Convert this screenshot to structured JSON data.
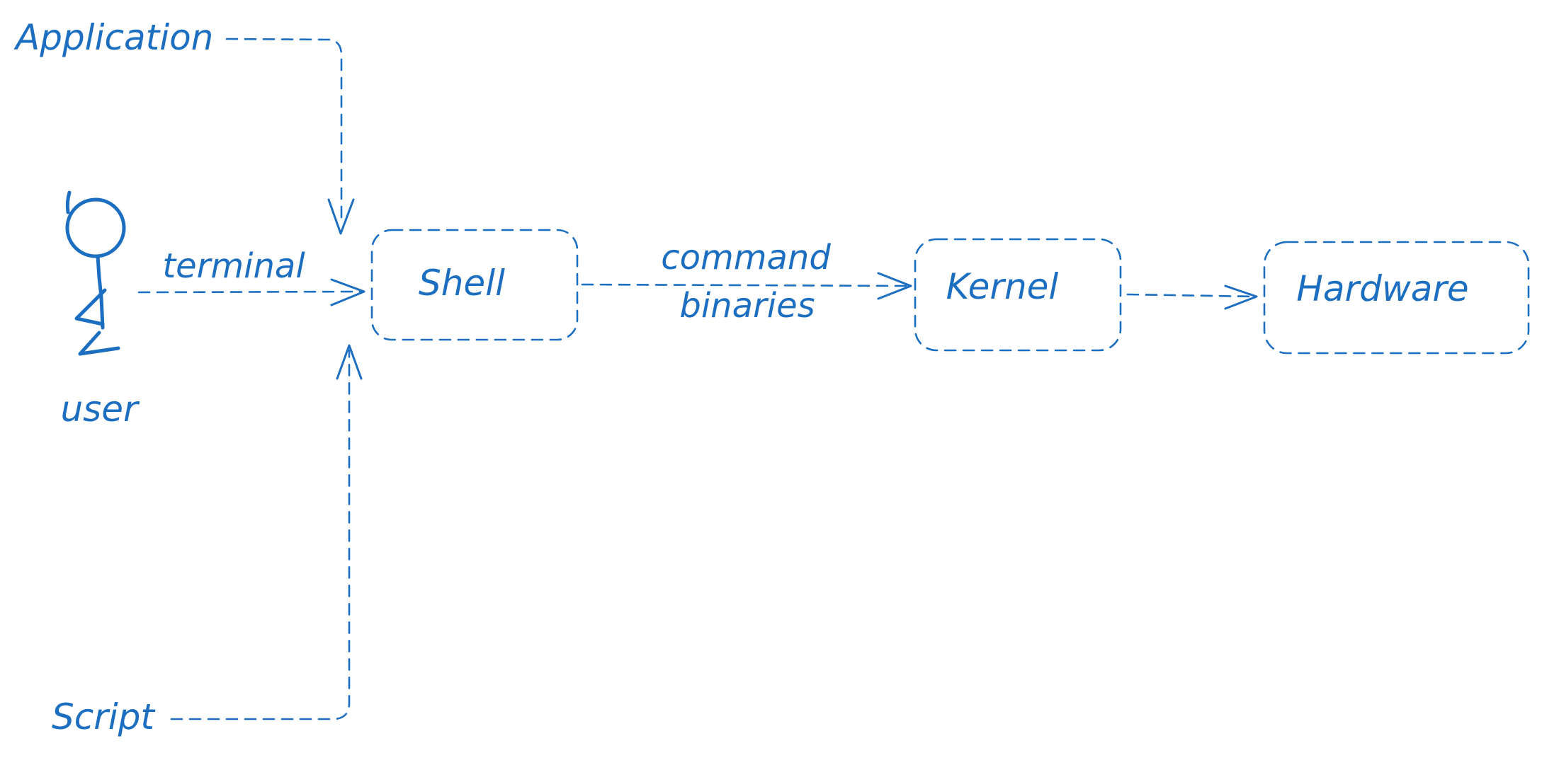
{
  "colors": {
    "stroke": "#1c6ec1",
    "text": "#1c6ec1",
    "background": "#ffffff"
  },
  "actor": {
    "label": "user",
    "icon": "stick-figure"
  },
  "nodes": {
    "shell": "Shell",
    "kernel": "Kernel",
    "hardware": "Hardware"
  },
  "sources": {
    "application": "Application",
    "script": "Script"
  },
  "edges": {
    "user_to_shell": "terminal",
    "shell_to_kernel_line1": "command",
    "shell_to_kernel_line2": "binaries"
  }
}
